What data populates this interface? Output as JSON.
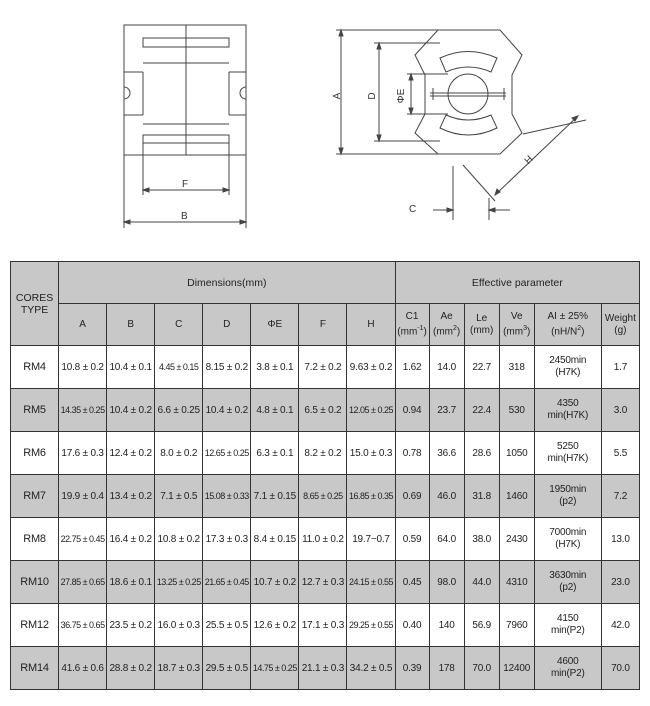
{
  "drawing_left": {
    "dim_F": "F",
    "dim_B": "B"
  },
  "drawing_right": {
    "dim_A": "A",
    "dim_D": "D",
    "dim_E": "ΦE",
    "dim_H": "H",
    "dim_C": "C"
  },
  "table": {
    "cores_type_line1": "CORES",
    "cores_type_line2": "TYPE",
    "dimensions_header": "Dimensions(mm)",
    "effective_header": "Effective  parameter",
    "dim_columns": [
      "A",
      "B",
      "C",
      "D",
      "ΦE",
      "F",
      "H"
    ],
    "eff_columns": [
      {
        "name": "C1",
        "unit": "(mm",
        "sup": "-1",
        "close": ")"
      },
      {
        "name": "Ae",
        "unit": "(mm",
        "sup": "2",
        "close": ")"
      },
      {
        "name": "Le",
        "unit": "(mm)",
        "sup": "",
        "close": ""
      },
      {
        "name": "Ve",
        "unit": "(mm",
        "sup": "3",
        "close": ")"
      },
      {
        "name": "AI ± 25%",
        "unit": "(nH/N",
        "sup": "2",
        "close": ")"
      },
      {
        "name": "Weight",
        "unit": "(g)",
        "sup": "",
        "close": ""
      }
    ],
    "rows": [
      {
        "type": "RM4",
        "A": "10.8 ± 0.2",
        "B": "10.4 ± 0.1",
        "C": "4.45 ± 0.15",
        "D": "8.15 ± 0.2",
        "E": "3.8 ± 0.1",
        "F": "7.2 ± 0.2",
        "H": "9.63 ± 0.2",
        "C1": "1.62",
        "Ae": "14.0",
        "Le": "22.7",
        "Ve": "318",
        "AI1": "2450min",
        "AI2": "(H7K)",
        "Weight": "1.7"
      },
      {
        "type": "RM5",
        "A": "14.35 ± 0.25",
        "B": "10.4 ± 0.2",
        "C": "6.6 ± 0.25",
        "D": "10.4 ± 0.2",
        "E": "4.8 ± 0.1",
        "F": "6.5 ± 0.2",
        "H": "12.05 ± 0.25",
        "C1": "0.94",
        "Ae": "23.7",
        "Le": "22.4",
        "Ve": "530",
        "AI1": "4350",
        "AI2": "min(H7K)",
        "Weight": "3.0"
      },
      {
        "type": "RM6",
        "A": "17.6 ± 0.3",
        "B": "12.4 ± 0.2",
        "C": "8.0 ± 0.2",
        "D": "12.65 ± 0.25",
        "E": "6.3 ± 0.1",
        "F": "8.2 ± 0.2",
        "H": "15.0 ± 0.3",
        "C1": "0.78",
        "Ae": "36.6",
        "Le": "28.6",
        "Ve": "1050",
        "AI1": "5250",
        "AI2": "min(H7K)",
        "Weight": "5.5"
      },
      {
        "type": "RM7",
        "A": "19.9 ± 0.4",
        "B": "13.4 ± 0.2",
        "C": "7.1 ± 0.5",
        "D": "15.08 ± 0.33",
        "E": "7.1 ± 0.15",
        "F": "8.65 ± 0.25",
        "H": "16.85 ± 0.35",
        "C1": "0.69",
        "Ae": "46.0",
        "Le": "31.8",
        "Ve": "1460",
        "AI1": "1950min",
        "AI2": "(p2)",
        "Weight": "7.2"
      },
      {
        "type": "RM8",
        "A": "22.75 ± 0.45",
        "B": "16.4 ± 0.2",
        "C": "10.8 ± 0.2",
        "D": "17.3 ± 0.3",
        "E": "8.4 ± 0.15",
        "F": "11.0 ± 0.2",
        "H": "19.7−0.7",
        "C1": "0.59",
        "Ae": "64.0",
        "Le": "38.0",
        "Ve": "2430",
        "AI1": "7000min",
        "AI2": "(H7K)",
        "Weight": "13.0"
      },
      {
        "type": "RM10",
        "A": "27.85 ± 0.65",
        "B": "18.6 ± 0.1",
        "C": "13.25 ± 0.25",
        "D": "21.65 ± 0.45",
        "E": "10.7 ± 0.2",
        "F": "12.7 ± 0.3",
        "H": "24.15 ± 0.55",
        "C1": "0.45",
        "Ae": "98.0",
        "Le": "44.0",
        "Ve": "4310",
        "AI1": "3630min",
        "AI2": "(p2)",
        "Weight": "23.0"
      },
      {
        "type": "RM12",
        "A": "36.75 ± 0.65",
        "B": "23.5 ± 0.2",
        "C": "16.0 ± 0.3",
        "D": "25.5 ± 0.5",
        "E": "12.6 ± 0.2",
        "F": "17.1 ± 0.3",
        "H": "29.25 ± 0.55",
        "C1": "0.40",
        "Ae": "140",
        "Le": "56.9",
        "Ve": "7960",
        "AI1": "4150",
        "AI2": "min(P2)",
        "Weight": "42.0"
      },
      {
        "type": "RM14",
        "A": "41.6 ± 0.6",
        "B": "28.8 ± 0.2",
        "C": "18.7 ± 0.3",
        "D": "29.5 ± 0.5",
        "E": "14.75 ± 0.25",
        "F": "21.1 ± 0.3",
        "H": "34.2 ± 0.5",
        "C1": "0.39",
        "Ae": "178",
        "Le": "70.0",
        "Ve": "12400",
        "AI1": "4600",
        "AI2": "min(P2)",
        "Weight": "70.0"
      }
    ]
  }
}
